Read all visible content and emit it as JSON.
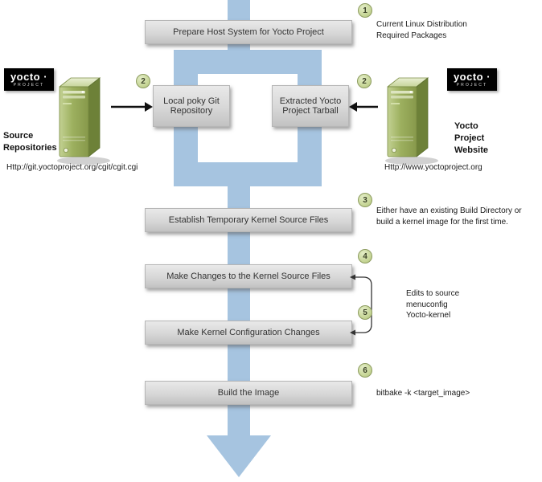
{
  "colors": {
    "flow_arrow_blue": "#a6c4e0",
    "step_circle_green": "#c6d596",
    "server_green": "#9db05f",
    "box_gray": "#d7d7d7",
    "logo_black": "#000000"
  },
  "flow": {
    "prepare": "Prepare Host System for Yocto Project",
    "local_poky": "Local poky Git Repository",
    "extracted_tarball": "Extracted Yocto Project Tarball",
    "establish_kernel": "Establish Temporary Kernel Source Files",
    "make_changes": "Make Changes to the Kernel Source Files",
    "kernel_config": "Make Kernel Configuration Changes",
    "build_image": "Build the Image"
  },
  "steps": {
    "one": "1",
    "two": "2",
    "three": "3",
    "four": "4",
    "five": "5",
    "six": "6"
  },
  "notes": {
    "step1_line1": "Current Linux Distribution",
    "step1_line2": "Required Packages",
    "step3": "Either have an existing Build Directory or build a kernel image for the first time.",
    "bracket_line1": "Edits to source",
    "bracket_line2": "menuconfig",
    "bracket_line3": "Yocto-kernel",
    "step6": "bitbake -k <target_image>"
  },
  "left": {
    "label": "Source Repositories",
    "url": "Http://git.yoctoproject.org/cgit/cgit.cgi"
  },
  "right": {
    "label": "Yocto Project Website",
    "url": "Http://www.yoctoproject.org"
  },
  "logo": {
    "main": "yocto ·",
    "sub": "PROJECT"
  }
}
